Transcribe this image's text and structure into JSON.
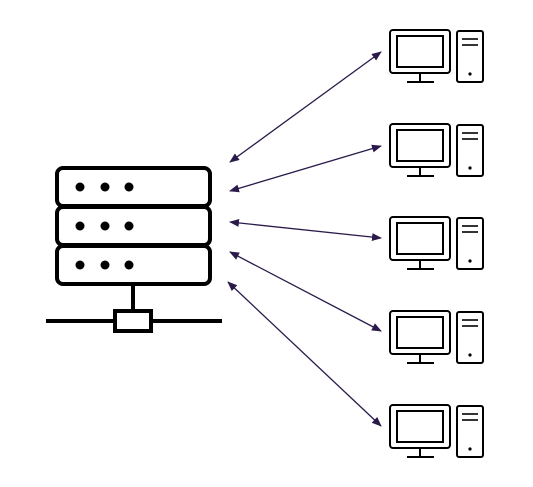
{
  "diagram": {
    "nodes": [
      {
        "id": "server",
        "kind": "server-rack",
        "units": 3
      },
      {
        "id": "client-1",
        "kind": "desktop-computer"
      },
      {
        "id": "client-2",
        "kind": "desktop-computer"
      },
      {
        "id": "client-3",
        "kind": "desktop-computer"
      },
      {
        "id": "client-4",
        "kind": "desktop-computer"
      },
      {
        "id": "client-5",
        "kind": "desktop-computer"
      }
    ],
    "edges": [
      {
        "from": "server",
        "to": "client-1",
        "direction": "bidirectional"
      },
      {
        "from": "server",
        "to": "client-2",
        "direction": "bidirectional"
      },
      {
        "from": "server",
        "to": "client-3",
        "direction": "bidirectional"
      },
      {
        "from": "server",
        "to": "client-4",
        "direction": "bidirectional"
      },
      {
        "from": "server",
        "to": "client-5",
        "direction": "bidirectional"
      }
    ],
    "colors": {
      "line": "#000000",
      "arrow": "#2a1a4a",
      "background": "#ffffff"
    },
    "icons": [
      "server-rack-icon",
      "network-bus-icon",
      "desktop-computer-icon"
    ]
  }
}
